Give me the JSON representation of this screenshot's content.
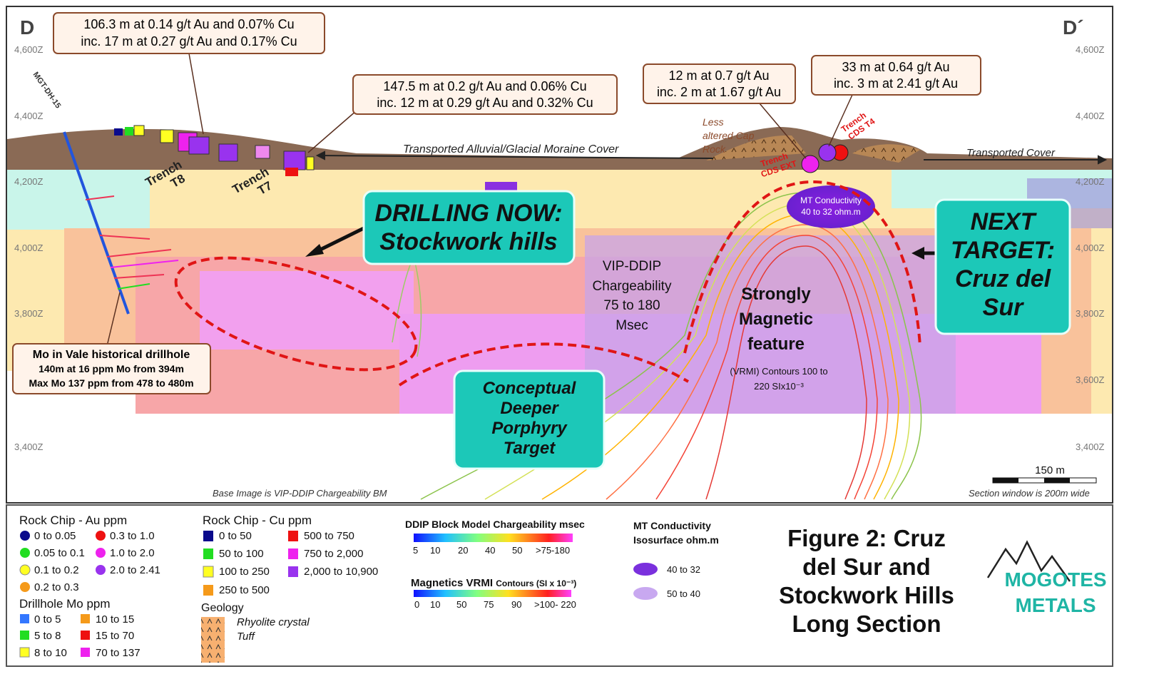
{
  "section": {
    "left_label": "D",
    "right_label": "D´",
    "elevations": [
      "4,600Z",
      "4,400Z",
      "4,200Z",
      "4,000Z",
      "3,800Z",
      "3,600Z",
      "3,400Z"
    ],
    "drillhole": "MGT-DH-15",
    "trench_t8": [
      "Trench",
      "T8"
    ],
    "trench_t7": [
      "Trench",
      "T7"
    ],
    "trench_cds_ext": [
      "Trench",
      "CDS EXT"
    ],
    "trench_cds_t4": [
      "Trench",
      "CDS T4"
    ],
    "cover_label": "Transported Alluvial/Glacial Moraine Cover",
    "cover_label_right": "Transported Cover",
    "cap_rock": [
      "Less",
      "altered Cap",
      "Rock"
    ],
    "callout_1": [
      "106.3 m at 0.14 g/t Au and 0.07% Cu",
      "inc. 17 m at 0.27 g/t Au and 0.17% Cu"
    ],
    "callout_2": [
      "147.5 m at 0.2 g/t Au and 0.06% Cu",
      "inc. 12 m at 0.29 g/t Au and 0.32% Cu"
    ],
    "callout_3": [
      "12 m at 0.7 g/t Au",
      "inc. 2 m at 1.67 g/t Au"
    ],
    "callout_4": [
      "33 m at 0.64 g/t Au",
      "inc. 3 m at 2.41 g/t Au"
    ],
    "mo_callout": [
      "Mo in Vale historical drillhole",
      "140m at 16 ppm Mo from 394m",
      "Max Mo 137 ppm from 478 to 480m"
    ],
    "drilling_now": [
      "DRILLING NOW:",
      "Stockwork hills"
    ],
    "next_target": [
      "NEXT",
      "TARGET:",
      "Cruz del",
      "Sur"
    ],
    "conceptual": [
      "Conceptual",
      "Deeper",
      "Porphyry",
      "Target"
    ],
    "chargeability": [
      "VIP-DDIP",
      "Chargeability",
      "75 to 180",
      "Msec"
    ],
    "magnetic": [
      "Strongly",
      "Magnetic",
      "feature"
    ],
    "vrmi": [
      "(VRMI) Contours 100 to",
      "220 SIx10⁻³"
    ],
    "mt_conductivity": [
      "MT Conductivity",
      "40 to 32 ohm.m"
    ],
    "scale": "150 m",
    "base_image": "Base Image is VIP-DDIP Chargeability BM",
    "section_window": "Section window is 200m wide"
  },
  "legend": {
    "au": {
      "title": "Rock Chip - Au ppm",
      "items": [
        {
          "label": "0 to 0.05",
          "color": "#0a0a8c"
        },
        {
          "label": "0.05 to 0.1",
          "color": "#22dd22"
        },
        {
          "label": "0.1 to 0.2",
          "color": "#ffff22"
        },
        {
          "label": "0.2 to 0.3",
          "color": "#f59a1a"
        },
        {
          "label": "0.3 to 1.0",
          "color": "#ee1111"
        },
        {
          "label": "1.0 to 2.0",
          "color": "#ee22ee"
        },
        {
          "label": "2.0 to 2.41",
          "color": "#9933ee"
        }
      ]
    },
    "mo": {
      "title": "Drillhole Mo ppm",
      "items": [
        {
          "label": "0 to 5",
          "color": "#3377ff"
        },
        {
          "label": "5 to 8",
          "color": "#22dd22"
        },
        {
          "label": "8 to 10",
          "color": "#ffff22"
        },
        {
          "label": "10 to 15",
          "color": "#f59a1a"
        },
        {
          "label": "15 to 70",
          "color": "#ee1111"
        },
        {
          "label": "70 to 137",
          "color": "#ee22ee"
        }
      ]
    },
    "cu": {
      "title": "Rock Chip - Cu ppm",
      "items": [
        {
          "label": "0 to 50",
          "color": "#0a0a8c"
        },
        {
          "label": "50 to 100",
          "color": "#22dd22"
        },
        {
          "label": "100 to 250",
          "color": "#ffff22"
        },
        {
          "label": "250 to 500",
          "color": "#f59a1a"
        },
        {
          "label": "500 to 750",
          "color": "#ee1111"
        },
        {
          "label": "750 to 2,000",
          "color": "#ee22ee"
        },
        {
          "label": "2,000 to 10,900",
          "color": "#9933ee"
        }
      ]
    },
    "geology": {
      "title": "Geology",
      "items": [
        "Rhyolite crystal",
        "Tuff"
      ]
    },
    "ddip": {
      "title": "DDIP Block Model Chargeability msec",
      "ticks": [
        "5",
        "10",
        "20",
        "40",
        "50",
        ">75-180"
      ]
    },
    "vrmi": {
      "title": "Magnetics VRMI",
      "title_small": "Contours (SI x 10⁻³)",
      "ticks": [
        "0",
        "10",
        "50",
        "75",
        "90",
        ">100- 220"
      ]
    },
    "mt": {
      "title": [
        "MT Conductivity",
        "Isosurface ohm.m"
      ],
      "items": [
        "40 to 32",
        "50 to 40"
      ]
    },
    "figure_title": [
      "Figure 2: Cruz",
      "del Sur and",
      "Stockwork Hills",
      "Long Section"
    ],
    "logo": [
      "MOGOTES",
      "METALS"
    ]
  },
  "colors": {
    "teal": "#1cc8b8",
    "callout_border": "#8b4a2b",
    "callout_fill": "#fff3ea",
    "red_dash": "#e01515",
    "logo": "#1fb5a5"
  }
}
